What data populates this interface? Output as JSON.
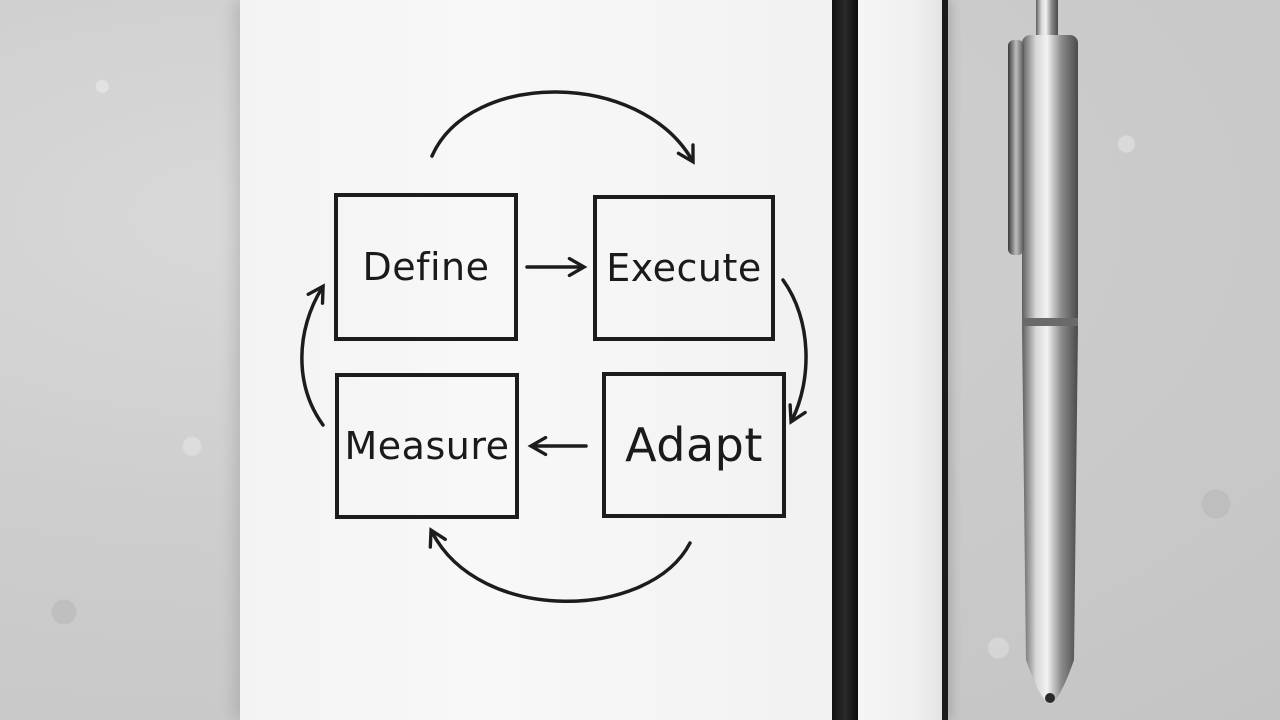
{
  "diagram": {
    "steps": [
      {
        "id": "define",
        "label": "Define"
      },
      {
        "id": "execute",
        "label": "Execute"
      },
      {
        "id": "measure",
        "label": "Measure"
      },
      {
        "id": "adapt",
        "label": "Adapt"
      }
    ]
  },
  "colors": {
    "ink": "#1c1c1c",
    "paper": "#f5f5f5",
    "wall": "#cbcbcb",
    "strap": "#111111",
    "pen_metal": "#9a9a9a"
  }
}
